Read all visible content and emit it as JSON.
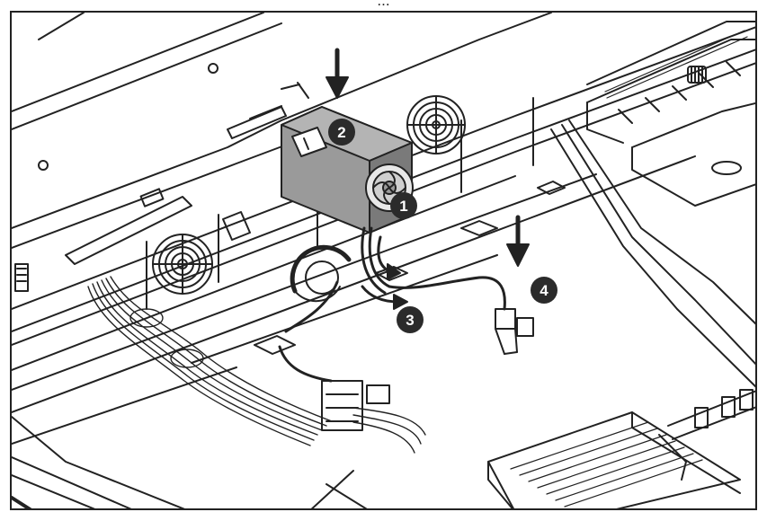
{
  "caption": "...",
  "callouts": [
    {
      "number": "1"
    },
    {
      "number": "2"
    },
    {
      "number": "3"
    },
    {
      "number": "4"
    }
  ],
  "colors": {
    "line": "#222222",
    "fan_body": "#9a9a9a",
    "fan_body_dark": "#7a7a7a",
    "callout_fill": "#2b2b2b",
    "callout_text": "#ffffff",
    "background": "#ffffff"
  },
  "icons": [
    "down-arrow-icon",
    "curved-arrow-icon",
    "fan-guard-icon"
  ]
}
